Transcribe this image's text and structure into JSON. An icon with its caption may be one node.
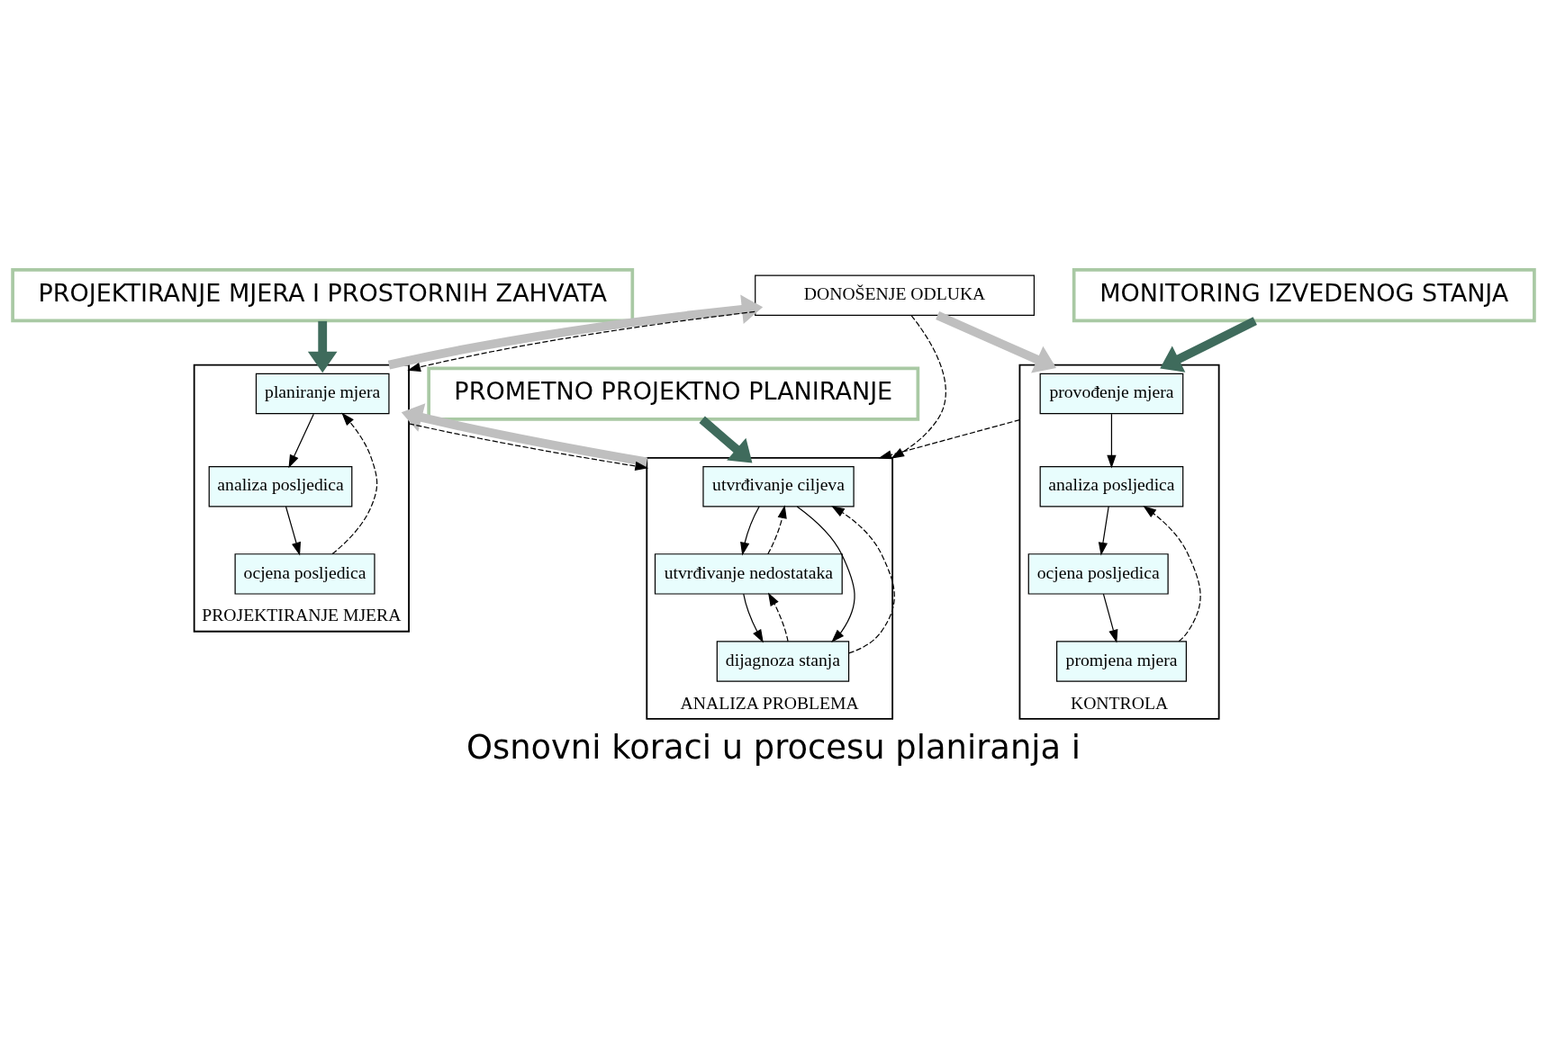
{
  "diagram": {
    "caption": "Osnovni koraci u procesu planiranja i",
    "nodes": [
      {
        "text": [
          "PROMETNO PROJEKTNO PLANIRANJE"
        ]
      },
      {
        "text": [
          "PROJEKTIRANJE MJERA I PROSTORNIH ZAHVATA"
        ]
      },
      {
        "text": [
          "MONITORING IZVEDENOG STANJA"
        ]
      },
      {
        "text": [
          "ANALIZA PROBLEMA"
        ]
      },
      {
        "text": [
          "utvrđivanje ciljeva"
        ],
        "in": 3
      },
      {
        "text": [
          "utvrđivanje nedostataka"
        ],
        "in": 3
      },
      {
        "text": [
          "dijagnoza stanja"
        ],
        "in": 3
      },
      {
        "text": [
          "PROJEKTIRANJE MJERA"
        ]
      },
      {
        "text": [
          "planiranje mjera"
        ],
        "in": 7
      },
      {
        "text": [
          "analiza posljedica"
        ],
        "in": 7
      },
      {
        "text": [
          "ocjena posljedica"
        ],
        "in": 7
      },
      {
        "text": [
          "DONOŠENJE ODLUKA"
        ]
      },
      {
        "text": [
          "KONTROLA"
        ]
      },
      {
        "text": [
          "provođenje mjera"
        ],
        "in": 12
      },
      {
        "text": [
          "analiza posljedica"
        ],
        "in": 12
      },
      {
        "text": [
          "ocjena posljedica"
        ],
        "in": 12
      },
      {
        "text": [
          "promjena mjera"
        ],
        "in": 12
      }
    ],
    "edges": [
      {
        "from": 0,
        "to": 3,
        "arrow": "to",
        "style": "thick",
        "color": "#3f6b5c"
      },
      {
        "from": 1,
        "to": 7,
        "arrow": "to",
        "style": "thick",
        "color": "#3f6b5c"
      },
      {
        "from": 2,
        "to": 12,
        "arrow": "to",
        "style": "thick",
        "color": "#3f6b5c"
      },
      {
        "from": 4,
        "to": 5,
        "arrow": "to"
      },
      {
        "from": 5,
        "to": 4,
        "arrow": "to",
        "style": "dashed"
      },
      {
        "from": 4,
        "to": 6,
        "arrow": "to"
      },
      {
        "from": 6,
        "to": 4,
        "arrow": "to",
        "style": "dashed"
      },
      {
        "from": 5,
        "to": 6,
        "arrow": "to"
      },
      {
        "from": 6,
        "to": 5,
        "arrow": "to",
        "style": "dashed"
      },
      {
        "from": 3,
        "to": 7,
        "arrow": "to",
        "style": "thick",
        "color": "#bfbfbf"
      },
      {
        "from": 8,
        "to": 9,
        "arrow": "to"
      },
      {
        "from": 9,
        "to": 10,
        "arrow": "to"
      },
      {
        "from": 10,
        "to": 8,
        "arrow": "to",
        "style": "dashed"
      },
      {
        "from": 7,
        "to": 3,
        "arrow": "to",
        "style": "dashed"
      },
      {
        "from": 7,
        "to": 11,
        "arrow": "to",
        "style": "thick",
        "color": "#bfbfbf"
      },
      {
        "from": 11,
        "to": 7,
        "arrow": "to",
        "style": "dashed"
      },
      {
        "from": 11,
        "to": 3,
        "arrow": "to",
        "style": "dashed"
      },
      {
        "from": 11,
        "to": 12,
        "arrow": "to",
        "style": "thick",
        "color": "#bfbfbf"
      },
      {
        "from": 13,
        "to": 14,
        "arrow": "to"
      },
      {
        "from": 14,
        "to": 15,
        "arrow": "to"
      },
      {
        "from": 15,
        "to": 16,
        "arrow": "to"
      },
      {
        "from": 16,
        "to": 14,
        "arrow": "to",
        "style": "dashed"
      },
      {
        "from": 12,
        "to": 3,
        "arrow": "to",
        "style": "dashed"
      }
    ]
  }
}
